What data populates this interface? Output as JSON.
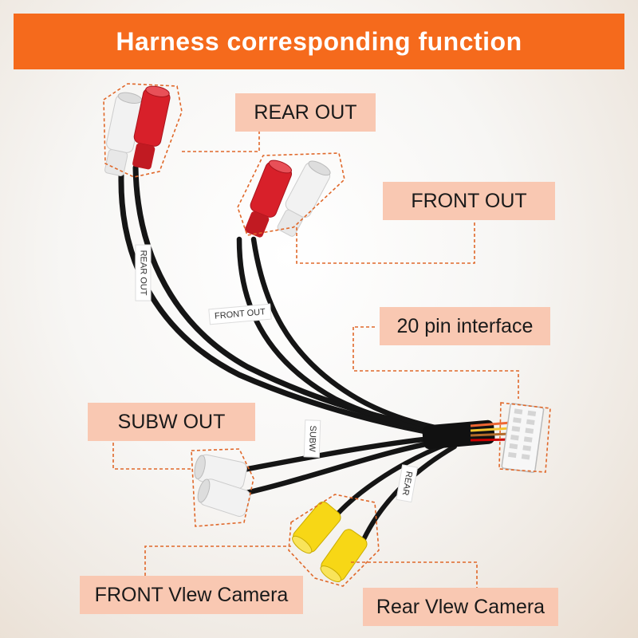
{
  "title": "Harness corresponding function",
  "callouts": {
    "rear_out": "REAR OUT",
    "front_out": "FRONT OUT",
    "pin20": "20 pin interface",
    "subw_out": "SUBW OUT",
    "front_view_camera": "FRONT  Vlew Camera",
    "rear_view_camera": "Rear Vlew Camera"
  },
  "cable_tags": {
    "rear": "REAR OUT",
    "front": "FRONT OUT",
    "subw": "SUBW",
    "rear_camera": "REAR"
  },
  "colors": {
    "title_bar": "#f56a1c",
    "callout_fill": "#f9c8b2",
    "dashed_outline": "#e0682a",
    "rca_red": "#d8202a",
    "rca_white": "#f2f2f2",
    "rca_yellow": "#f7d716"
  }
}
